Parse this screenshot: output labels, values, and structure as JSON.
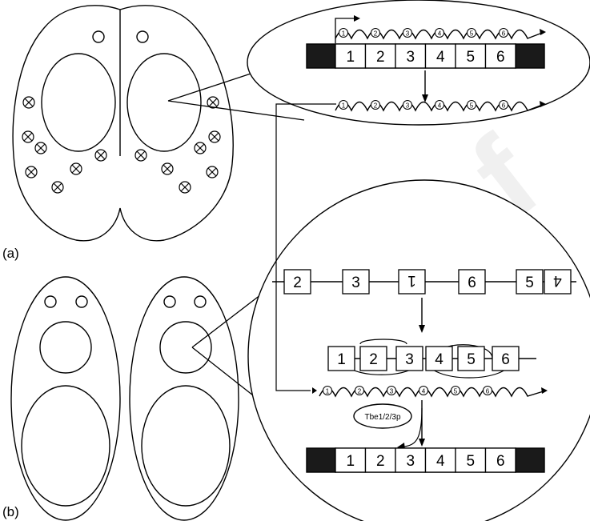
{
  "panels": {
    "a": {
      "label": "(a)"
    },
    "b": {
      "label": "(b)"
    }
  },
  "gene": {
    "segments": [
      "1",
      "2",
      "3",
      "4",
      "5",
      "6"
    ],
    "scrambled": [
      "2",
      "3",
      "1",
      "6",
      "5",
      "4"
    ],
    "transcript_markers": [
      "1",
      "2",
      "3",
      "4",
      "5",
      "6"
    ]
  },
  "protein": {
    "label": "Tbe1/2/3p"
  },
  "watermark": {
    "text": "Proof"
  }
}
